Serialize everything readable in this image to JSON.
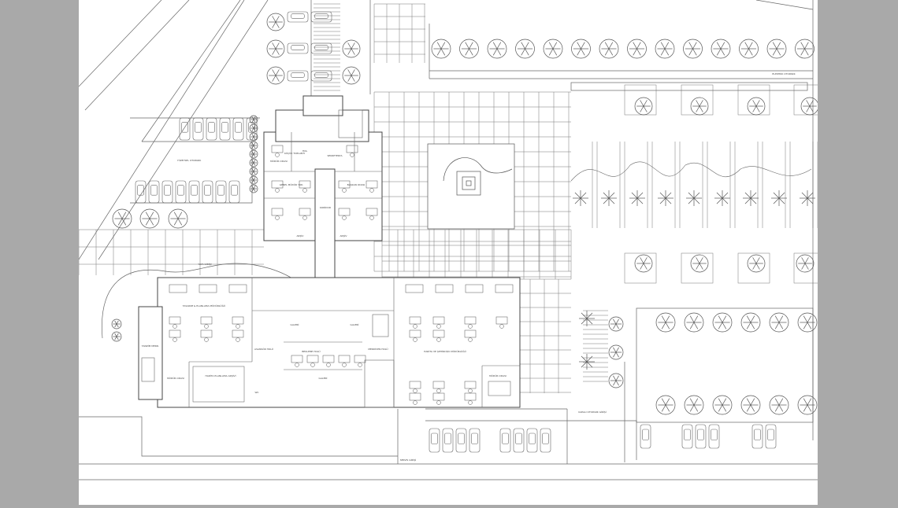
{
  "colors": {
    "background": "#a9a9a9",
    "sheet": "#ffffff",
    "ink": "#555555"
  },
  "labels": {
    "rooms": [
      {
        "id": "kucuk-toplanti",
        "text": "KÜÇÜK TOPLANTI"
      },
      {
        "id": "hol-top",
        "text": "HOL"
      },
      {
        "id": "sekreterya-1",
        "text": "SEKRETERYA"
      },
      {
        "id": "mudur-odasi-top",
        "text": "MÜDÜR ODASI"
      },
      {
        "id": "genel-mudur-yrd",
        "text": "GENEL MÜDÜR YRD."
      },
      {
        "id": "baskan-odasi",
        "text": "BAŞKAN ODASI"
      },
      {
        "id": "koridor",
        "text": "KORİDOR"
      },
      {
        "id": "arsiv-1",
        "text": "ARŞİV"
      },
      {
        "id": "arsiv-2",
        "text": "ARŞİV"
      },
      {
        "id": "planlama-mudurlugu",
        "text": "TASARIM & PLANLAMA MÜDÜRLÜĞÜ"
      },
      {
        "id": "galeri-1",
        "text": "GALERİ"
      },
      {
        "id": "galeri-2",
        "text": "GALERİ"
      },
      {
        "id": "harita-mudurlugu",
        "text": "HARİTA VE ŞEHİRCİLİK MÜDÜRLÜĞÜ"
      },
      {
        "id": "bekleme-holu",
        "text": "BEKLEME HOLÜ"
      },
      {
        "id": "asansor-holu",
        "text": "ASANSÖR HOLÜ"
      },
      {
        "id": "merdiven-holu",
        "text": "MERDİVEN HOLÜ"
      },
      {
        "id": "tanzim-merd",
        "text": "TANZİM MERD."
      },
      {
        "id": "mudur-odasi-left",
        "text": "MÜDÜR ODASI"
      },
      {
        "id": "harita-arsiv",
        "text": "HARİTA PLANLAMA ARŞİVİ"
      },
      {
        "id": "mudur-odasi-right",
        "text": "MÜDÜR ODASI"
      },
      {
        "id": "galeri-3",
        "text": "GALERİ"
      },
      {
        "id": "wc",
        "text": "WC"
      }
    ],
    "site": [
      {
        "id": "parking-north",
        "text": "YÜZEYSEL OTOPARK"
      },
      {
        "id": "parking-top-right",
        "text": "ELEKTRİK OTOPARK"
      },
      {
        "id": "parking-south",
        "text": "KAPALI OTOPARK GİRİŞİ"
      },
      {
        "id": "entrance-south",
        "text": "SERVİS GİRİŞİ"
      },
      {
        "id": "yaya-girisi",
        "text": "YAYA GİRİŞİ"
      }
    ]
  }
}
